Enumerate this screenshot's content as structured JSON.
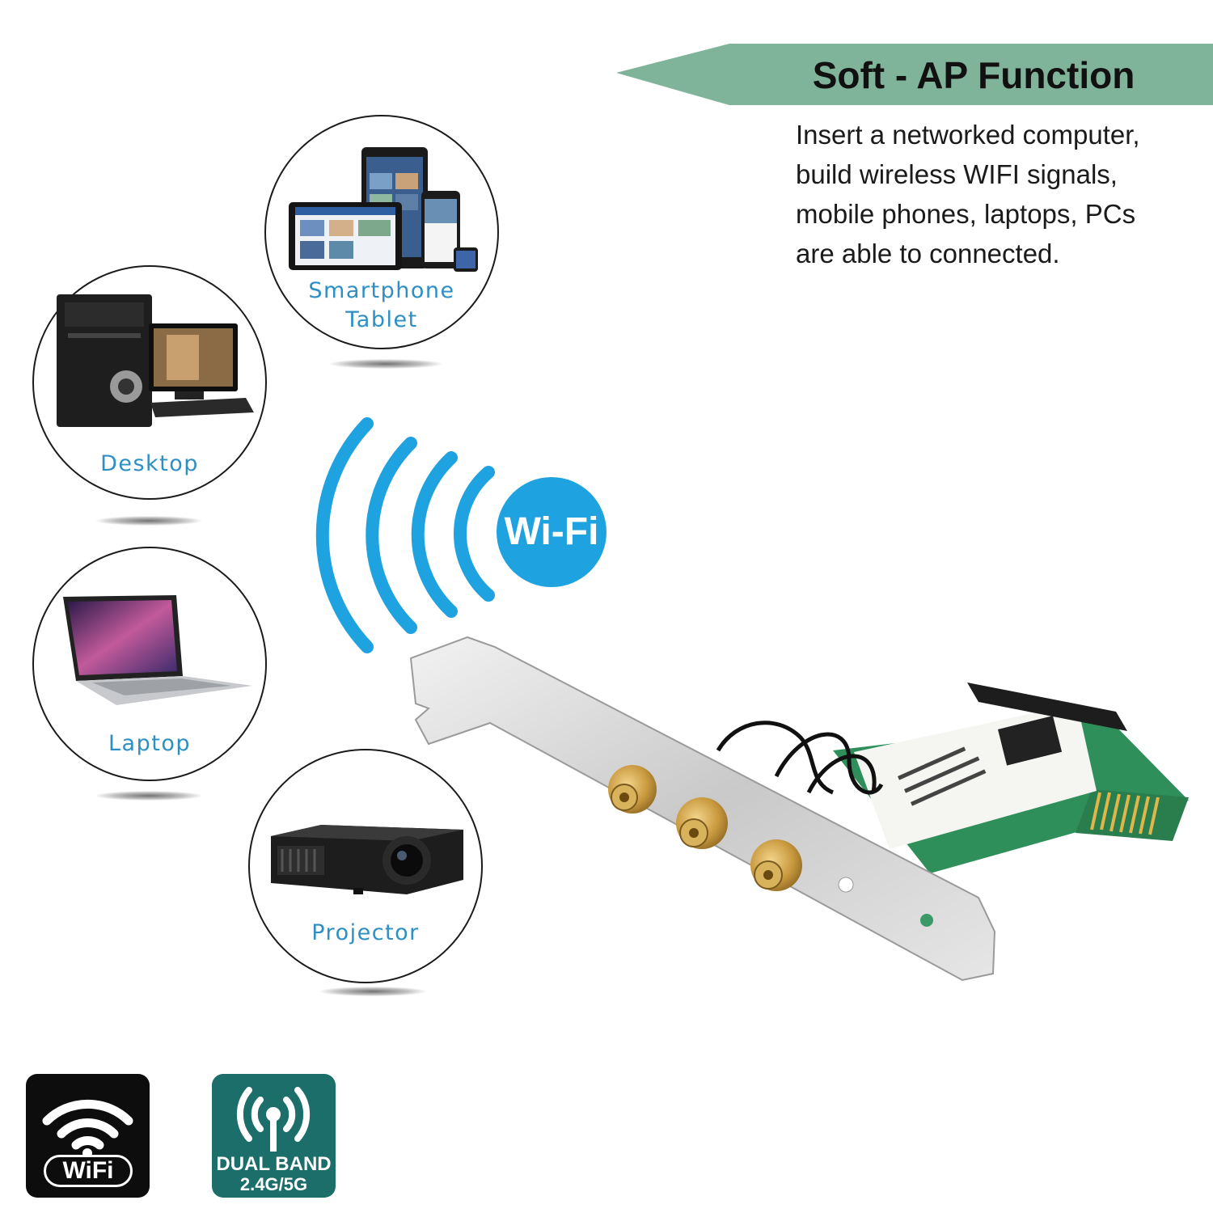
{
  "header": {
    "title": "Soft - AP Function",
    "banner_color": "#7fb39a",
    "description_lines": [
      "Insert a networked computer,",
      "build wireless WIFI signals,",
      "mobile phones, laptops, PCs",
      "are able to connected."
    ]
  },
  "devices": [
    {
      "id": "smartphone-tablet",
      "label_lines": [
        "Smartphone",
        "Tablet"
      ],
      "icon": "tablet-phone-icon"
    },
    {
      "id": "desktop",
      "label_lines": [
        "Desktop"
      ],
      "icon": "desktop-computer-icon"
    },
    {
      "id": "laptop",
      "label_lines": [
        "Laptop"
      ],
      "icon": "laptop-icon"
    },
    {
      "id": "projector",
      "label_lines": [
        "Projector"
      ],
      "icon": "projector-icon"
    }
  ],
  "wifi_signal": {
    "label": "Wi-Fi",
    "color": "#1fa3e0",
    "icon": "wifi-waves-icon"
  },
  "product": {
    "icon": "pcie-wifi-card-icon",
    "antenna_connectors": 3
  },
  "badges": {
    "wifi": {
      "label": "WiFi",
      "icon": "wifi-icon",
      "color": "#0d0d0d"
    },
    "dual_band": {
      "line1": "DUAL BAND",
      "line2": "2.4G/5G",
      "icon": "antenna-signal-icon",
      "color": "#1b6e6a"
    }
  },
  "label_color": "#2d8fc4"
}
